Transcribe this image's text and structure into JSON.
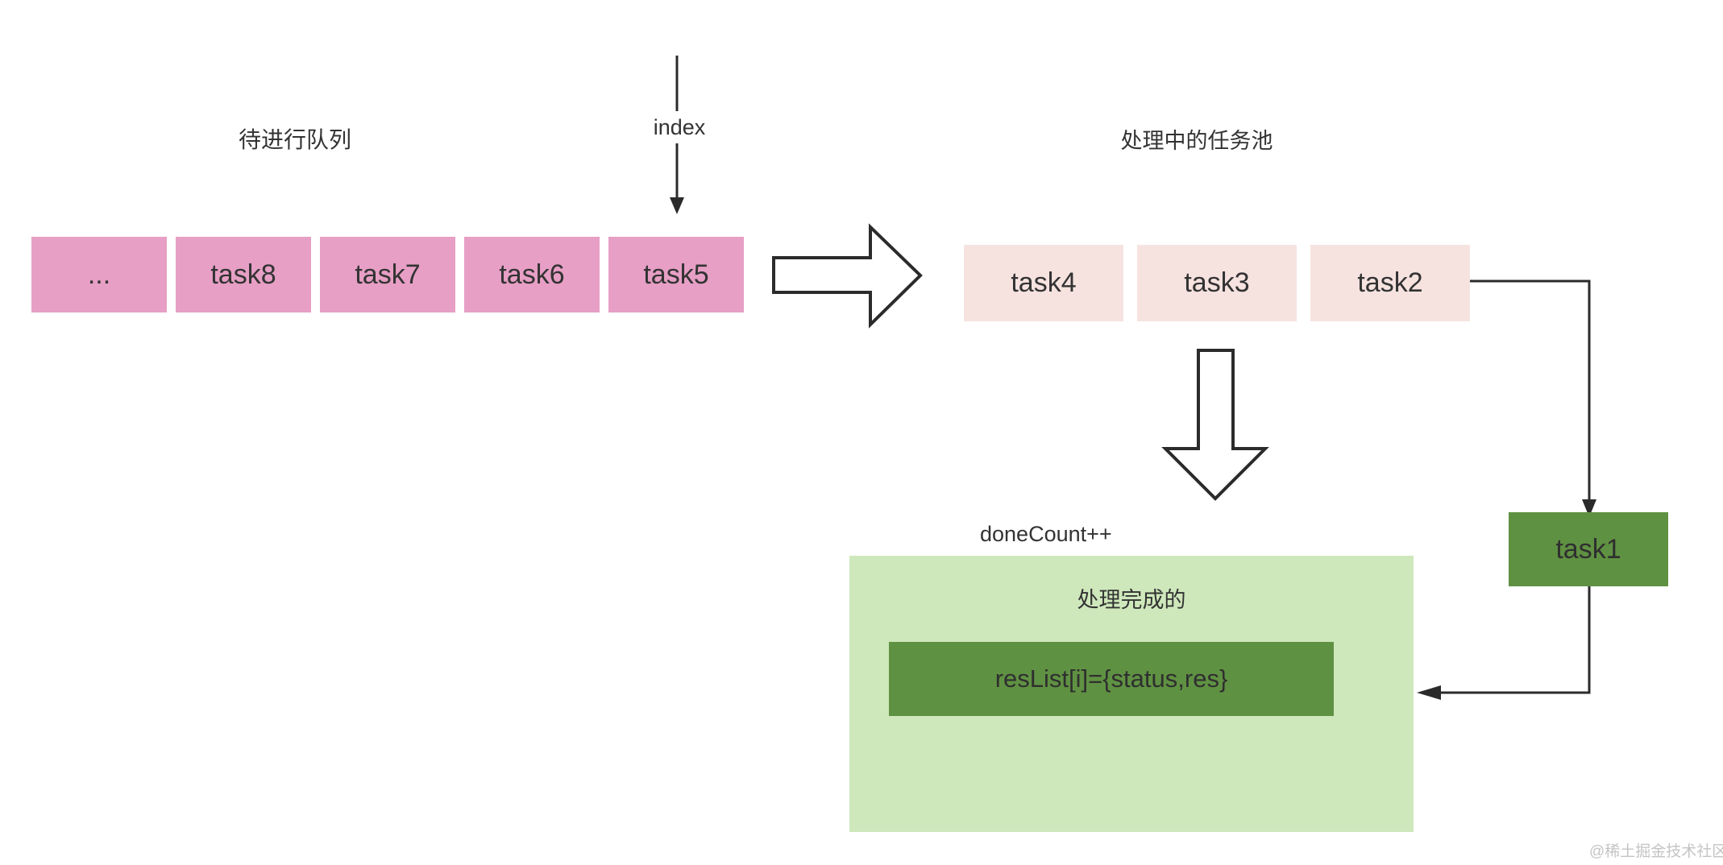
{
  "diagram": {
    "pending_queue": {
      "title": "待进行队列",
      "index_label": "index",
      "items": [
        "...",
        "task8",
        "task7",
        "task6",
        "task5"
      ]
    },
    "pool": {
      "title": "处理中的任务池",
      "items": [
        "task4",
        "task3",
        "task2"
      ]
    },
    "active_task": {
      "label": "task1"
    },
    "done": {
      "count_label": "doneCount++",
      "title": "处理完成的",
      "result_label": "resList[i]={status,res}"
    },
    "watermark": "@稀土掘金技术社区",
    "colors": {
      "queue_box": "#E79FC5",
      "pool_box": "#F6E3E0",
      "task_green": "#5F9142",
      "done_background": "#CEE8BB",
      "line": "#2B2B2B",
      "text": "#333333",
      "watermark": "#C4C4C4"
    }
  }
}
